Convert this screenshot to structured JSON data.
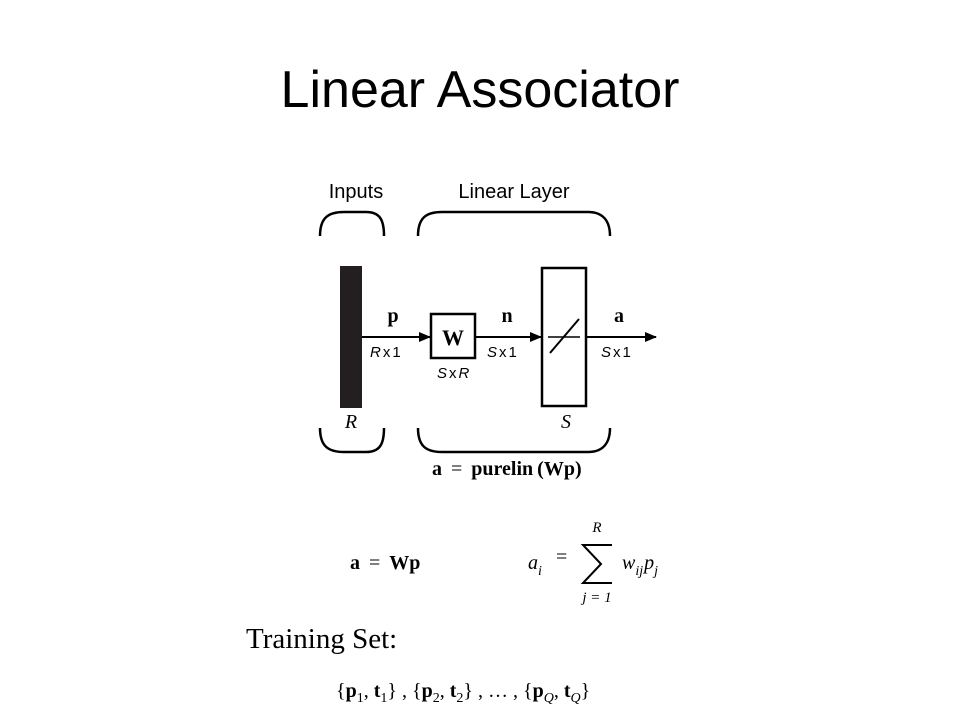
{
  "title": "Linear Associator",
  "diagram": {
    "inputs_label": "Inputs",
    "layer_label": "Linear Layer",
    "input_vector": "p",
    "input_dim": {
      "rows": "R",
      "x": "x",
      "cols": "1"
    },
    "weight_block": "W",
    "weight_dim": {
      "rows": "S",
      "x": "x",
      "cols": "R"
    },
    "net_input": "n",
    "net_dim": {
      "rows": "S",
      "x": "x",
      "cols": "1"
    },
    "output": "a",
    "output_dim": {
      "rows": "S",
      "x": "x",
      "cols": "1"
    },
    "input_size": "R",
    "layer_size": "S",
    "layer_equation": {
      "lhs": "a",
      "eq": "=",
      "func": "purelin",
      "arg": "(Wp)"
    }
  },
  "equations": {
    "matrix_form": {
      "lhs": "a",
      "eq": "=",
      "rhs": "Wp"
    },
    "element_form": {
      "lhs": "a",
      "lhs_sub": "i",
      "eq": "=",
      "sum_upper": "R",
      "sum_lower": "j = 1",
      "term_w": "w",
      "term_w_sub": "ij",
      "term_p": "p",
      "term_p_sub": "j"
    }
  },
  "training_set": {
    "label": "Training Set:",
    "pairs": [
      {
        "p": "p",
        "p_sub": "1",
        "t": "t",
        "t_sub": "1"
      },
      {
        "p": "p",
        "p_sub": "2",
        "t": "t",
        "t_sub": "2"
      },
      {
        "p": "p",
        "p_sub": "Q",
        "t": "t",
        "t_sub": "Q"
      }
    ],
    "ellipsis": "…"
  }
}
